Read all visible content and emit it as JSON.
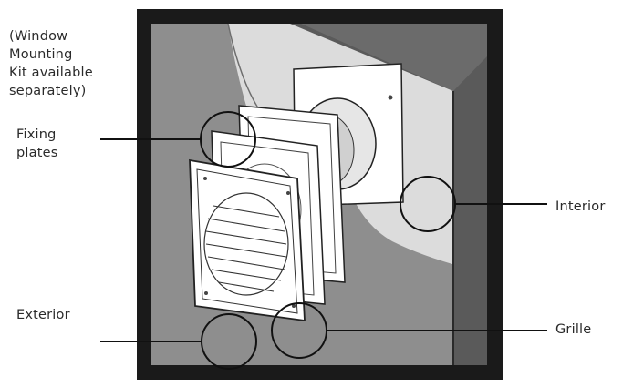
{
  "labels": {
    "note": "(Window\nMounting\nKit available\nseparately)",
    "fixing_plates": "Fixing\nplates",
    "exterior": "Exterior",
    "interior": "Interior",
    "grille": "Grille"
  },
  "colors": {
    "frame": "#1a1a1a",
    "wall": "#8e8e8e",
    "window_light": "#dcdcdc",
    "window_frame": "#5a5a5a",
    "part": "#ffffff",
    "outline": "#222222"
  }
}
